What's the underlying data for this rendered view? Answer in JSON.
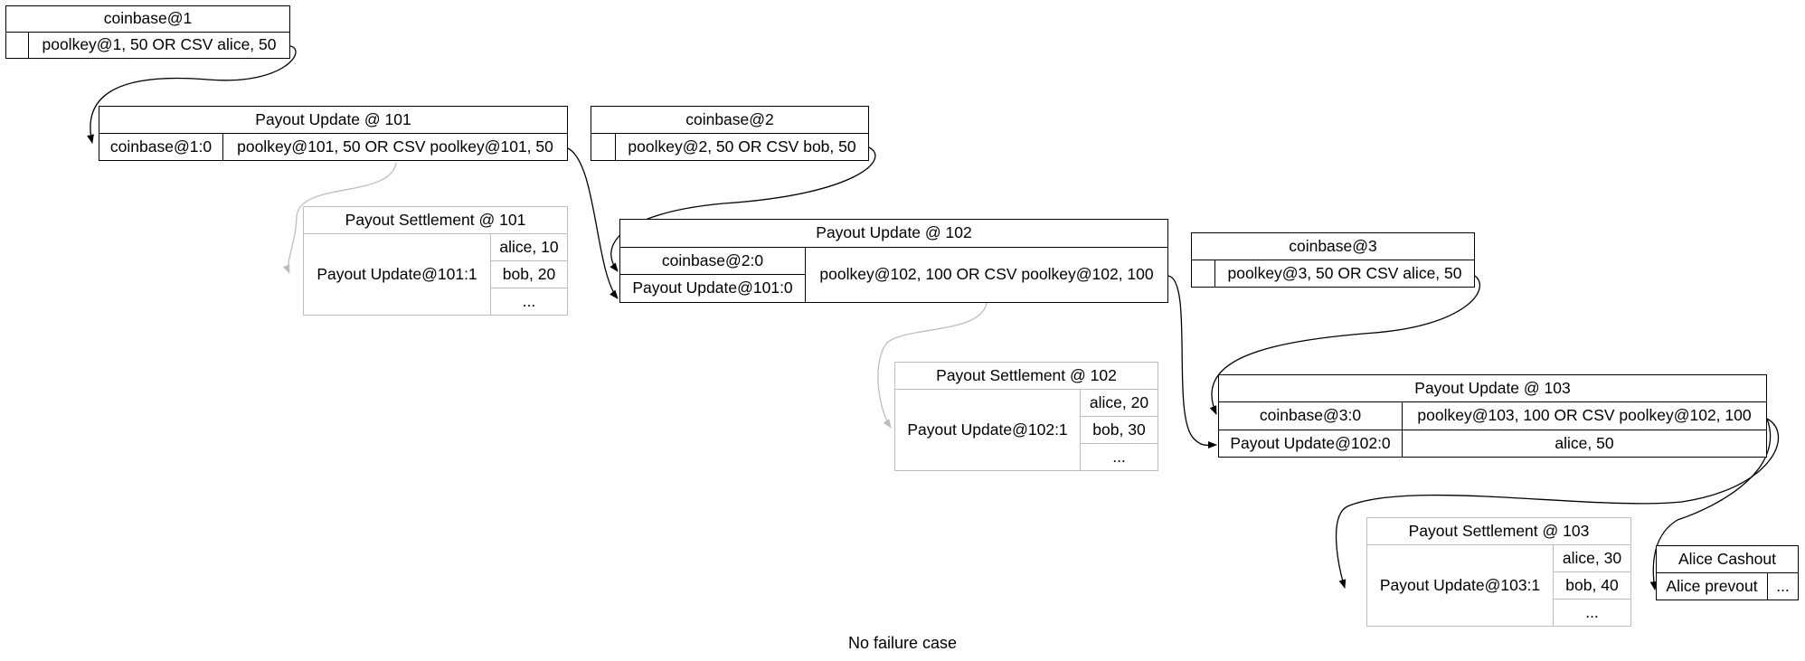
{
  "caption": "No failure case",
  "colors": {
    "active": "#000000",
    "settlement": "#bdbdbd"
  },
  "nodes": {
    "coinbase1": {
      "title": "coinbase@1",
      "cells": [
        "",
        "poolkey@1, 50 OR CSV alice, 50"
      ]
    },
    "update101": {
      "title": "Payout Update @ 101",
      "cells": [
        "coinbase@1:0",
        "poolkey@101, 50 OR CSV poolkey@101, 50"
      ]
    },
    "coinbase2": {
      "title": "coinbase@2",
      "cells": [
        "",
        "poolkey@2, 50 OR CSV bob, 50"
      ]
    },
    "settle101": {
      "title": "Payout Settlement @ 101",
      "input": "Payout Update@101:1",
      "outputs": [
        "alice, 10",
        "bob, 20",
        "..."
      ]
    },
    "update102": {
      "title": "Payout Update @ 102",
      "inputs": [
        "coinbase@2:0",
        "Payout Update@101:0"
      ],
      "output": "poolkey@102, 100 OR CSV poolkey@102, 100"
    },
    "coinbase3": {
      "title": "coinbase@3",
      "cells": [
        "",
        "poolkey@3, 50 OR CSV alice, 50"
      ]
    },
    "settle102": {
      "title": "Payout Settlement @ 102",
      "input": "Payout Update@102:1",
      "outputs": [
        "alice, 20",
        "bob, 30",
        "..."
      ]
    },
    "update103": {
      "title": "Payout Update @ 103",
      "rows": [
        [
          "coinbase@3:0",
          "poolkey@103, 100 OR CSV poolkey@102, 100"
        ],
        [
          "Payout Update@102:0",
          "alice, 50"
        ]
      ]
    },
    "settle103": {
      "title": "Payout Settlement @ 103",
      "input": "Payout Update@103:1",
      "outputs": [
        "alice, 30",
        "bob, 40",
        "..."
      ]
    },
    "cashout": {
      "title": "Alice Cashout",
      "cells": [
        "Alice prevout",
        "..."
      ]
    }
  }
}
